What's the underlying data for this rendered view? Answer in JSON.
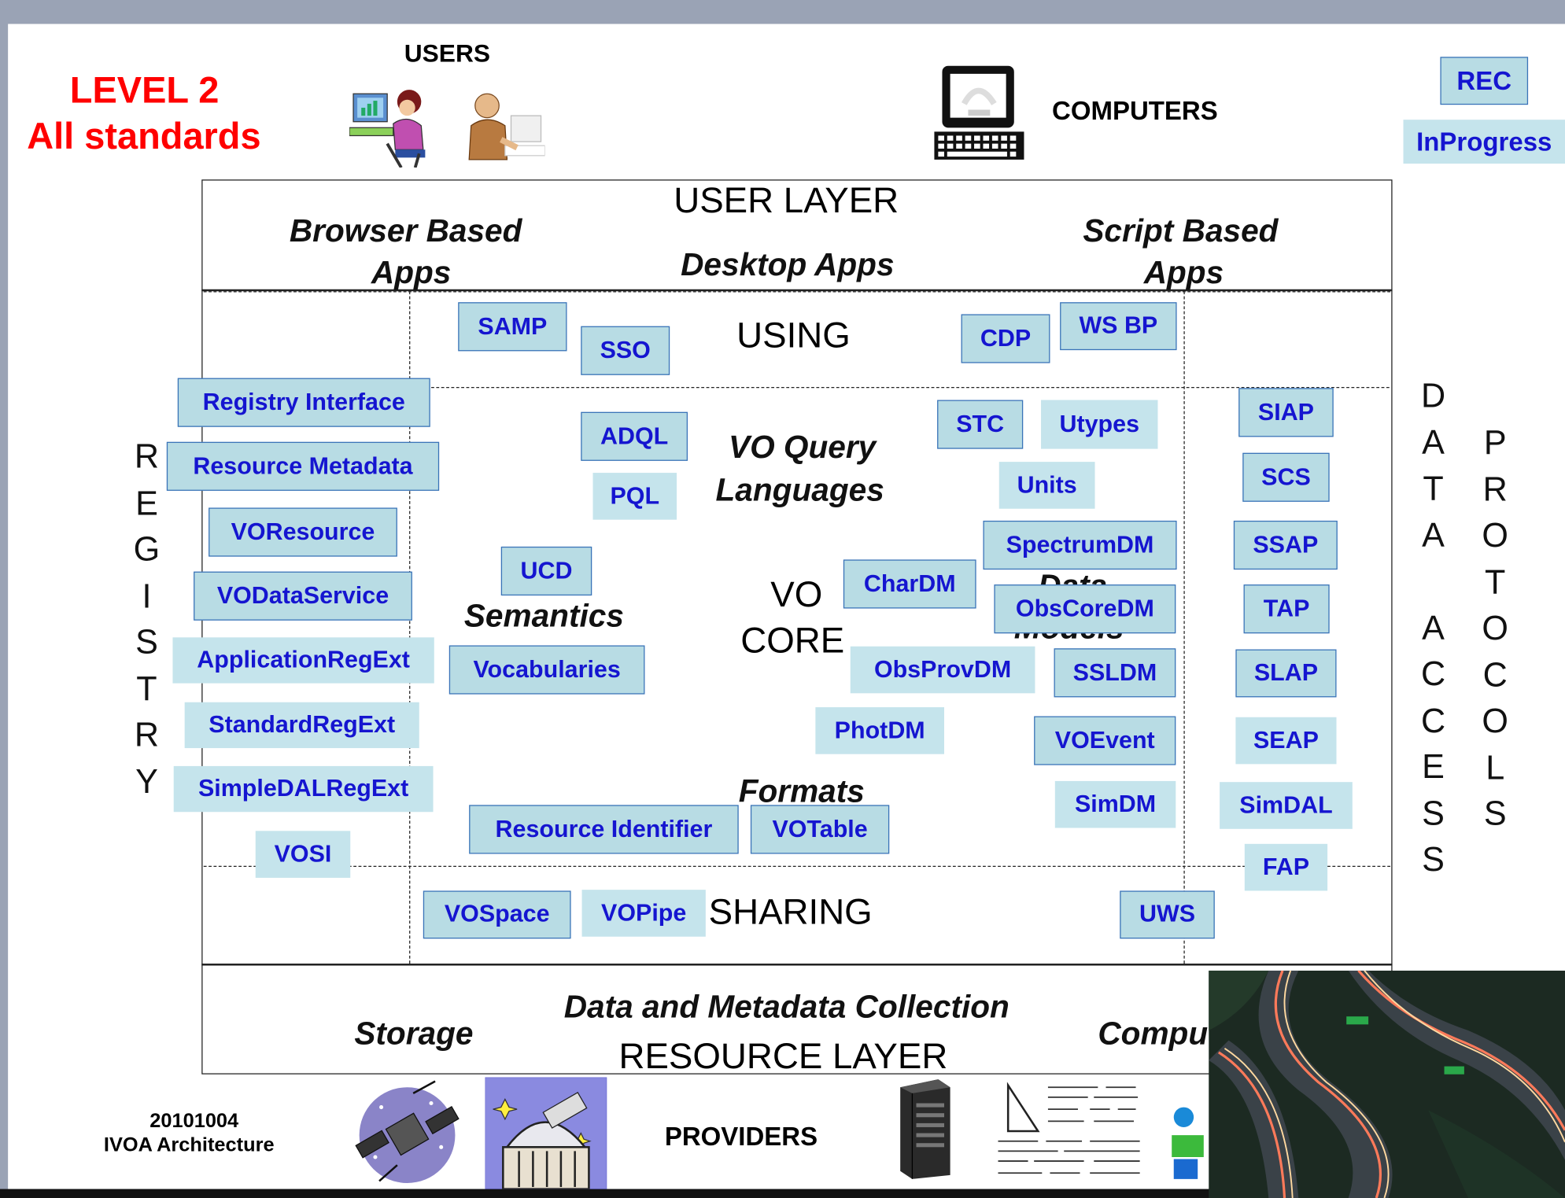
{
  "level_title": {
    "line1": "LEVEL 2",
    "line2": "All standards",
    "color": "#ff0000"
  },
  "top": {
    "users": "USERS",
    "computers": "COMPUTERS"
  },
  "legend": {
    "rec": "REC",
    "in_progress": "InProgress"
  },
  "user_layer": {
    "title": "USER LAYER",
    "browser_l1": "Browser Based",
    "browser_l2": "Apps",
    "desktop": "Desktop Apps",
    "script_l1": "Script Based",
    "script_l2": "Apps"
  },
  "core": {
    "using": "USING",
    "query_l1": "VO Query",
    "query_l2": "Languages",
    "semantics": "Semantics",
    "vo": "VO",
    "core_word": "CORE",
    "data_models_l1": "Data",
    "data_models_l2": "Models",
    "formats": "Formats",
    "sharing": "SHARING"
  },
  "side": {
    "registry": "R\nE\nG\nI\nS\nT\nR\nY",
    "data": "D\nA\nT\nA\n\nA\nC\nC\nE\nS\nS",
    "protocols": "P\nR\nO\nT\nO\nC\nO\nL\nS"
  },
  "standards": {
    "samp": "SAMP",
    "sso": "SSO",
    "cdp": "CDP",
    "wsbp": "WS BP",
    "registry_interface": "Registry Interface",
    "resource_metadata": "Resource Metadata",
    "voresource": "VOResource",
    "vodataservice": "VODataService",
    "applicationregext": "ApplicationRegExt",
    "standardregext": "StandardRegExt",
    "simpledalregext": "SimpleDALRegExt",
    "vosi": "VOSI",
    "adql": "ADQL",
    "pql": "PQL",
    "ucd": "UCD",
    "vocabularies": "Vocabularies",
    "stc": "STC",
    "utypes": "Utypes",
    "units": "Units",
    "spectrumdm": "SpectrumDM",
    "chardm": "CharDM",
    "obscoredm": "ObsCoreDM",
    "obsprovdm": "ObsProvDM",
    "ssldm": "SSLDM",
    "photdm": "PhotDM",
    "voevent": "VOEvent",
    "simdm": "SimDM",
    "resource_identifier": "Resource Identifier",
    "votable": "VOTable",
    "siap": "SIAP",
    "scs": "SCS",
    "ssap": "SSAP",
    "tap": "TAP",
    "slap": "SLAP",
    "seap": "SEAP",
    "simdal": "SimDAL",
    "fap": "FAP",
    "vospace": "VOSpace",
    "vopipe": "VOPipe",
    "uws": "UWS"
  },
  "resource_layer": {
    "data_collection": "Data and Metadata Collection",
    "storage": "Storage",
    "compute": "Compu",
    "title": "RESOURCE LAYER"
  },
  "footer": {
    "date": "20101004",
    "caption": "IVOA Architecture",
    "providers": "PROVIDERS"
  }
}
